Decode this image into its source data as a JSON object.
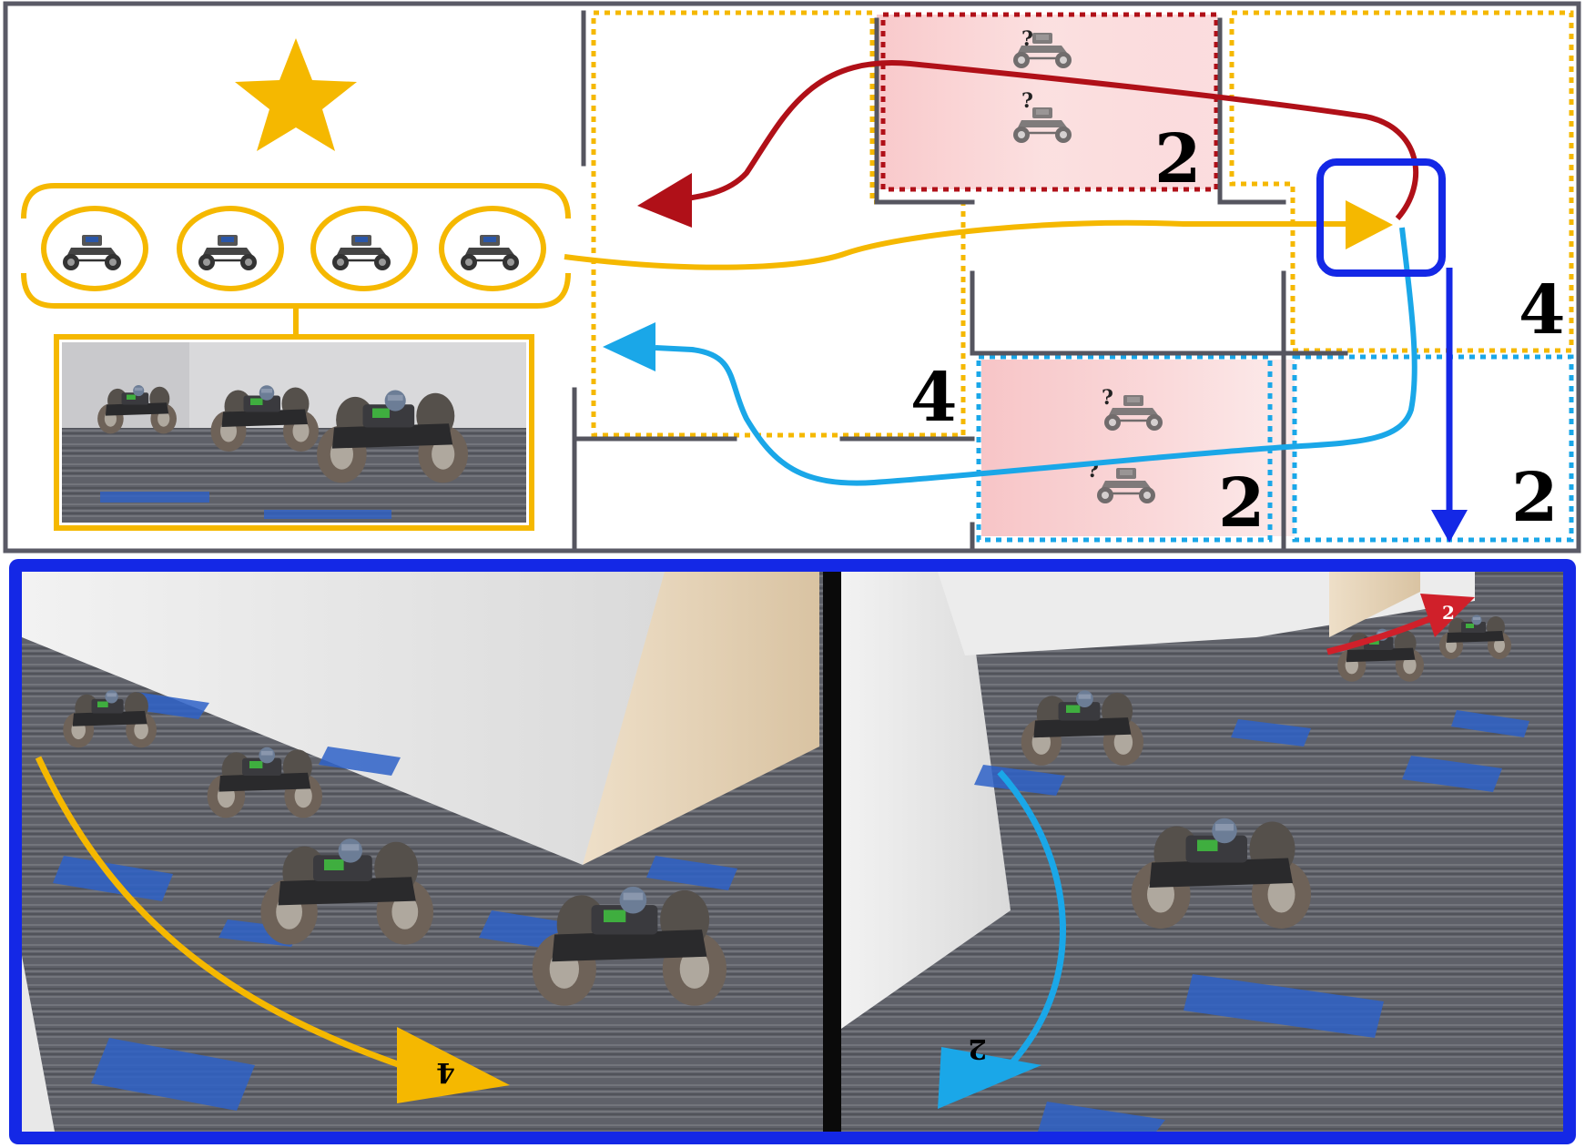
{
  "map": {
    "labels": {
      "group_top_left": "4",
      "group_bottom_left": "4",
      "red_zone": "2",
      "cyan_zone": "2",
      "cyan_zone_right": "2"
    },
    "unknown_marker": "?"
  },
  "photos": {
    "left_arrow_label": "4",
    "right_arrow_label": "2",
    "right_red_arrow_label": "2"
  },
  "colors": {
    "gold": "#F5B800",
    "red": "#B01018",
    "cyan": "#1AA7E8",
    "blue": "#1428E6",
    "wall": "#55555F",
    "zone_fill": "#F8C6C8",
    "carpet": "#5C5E66",
    "carpet_blue": "#2E62C8",
    "wall_white": "#ECECEC",
    "wall_beige": "#E9D8BF"
  },
  "icons": [
    "star-icon",
    "robot-car-icon"
  ]
}
